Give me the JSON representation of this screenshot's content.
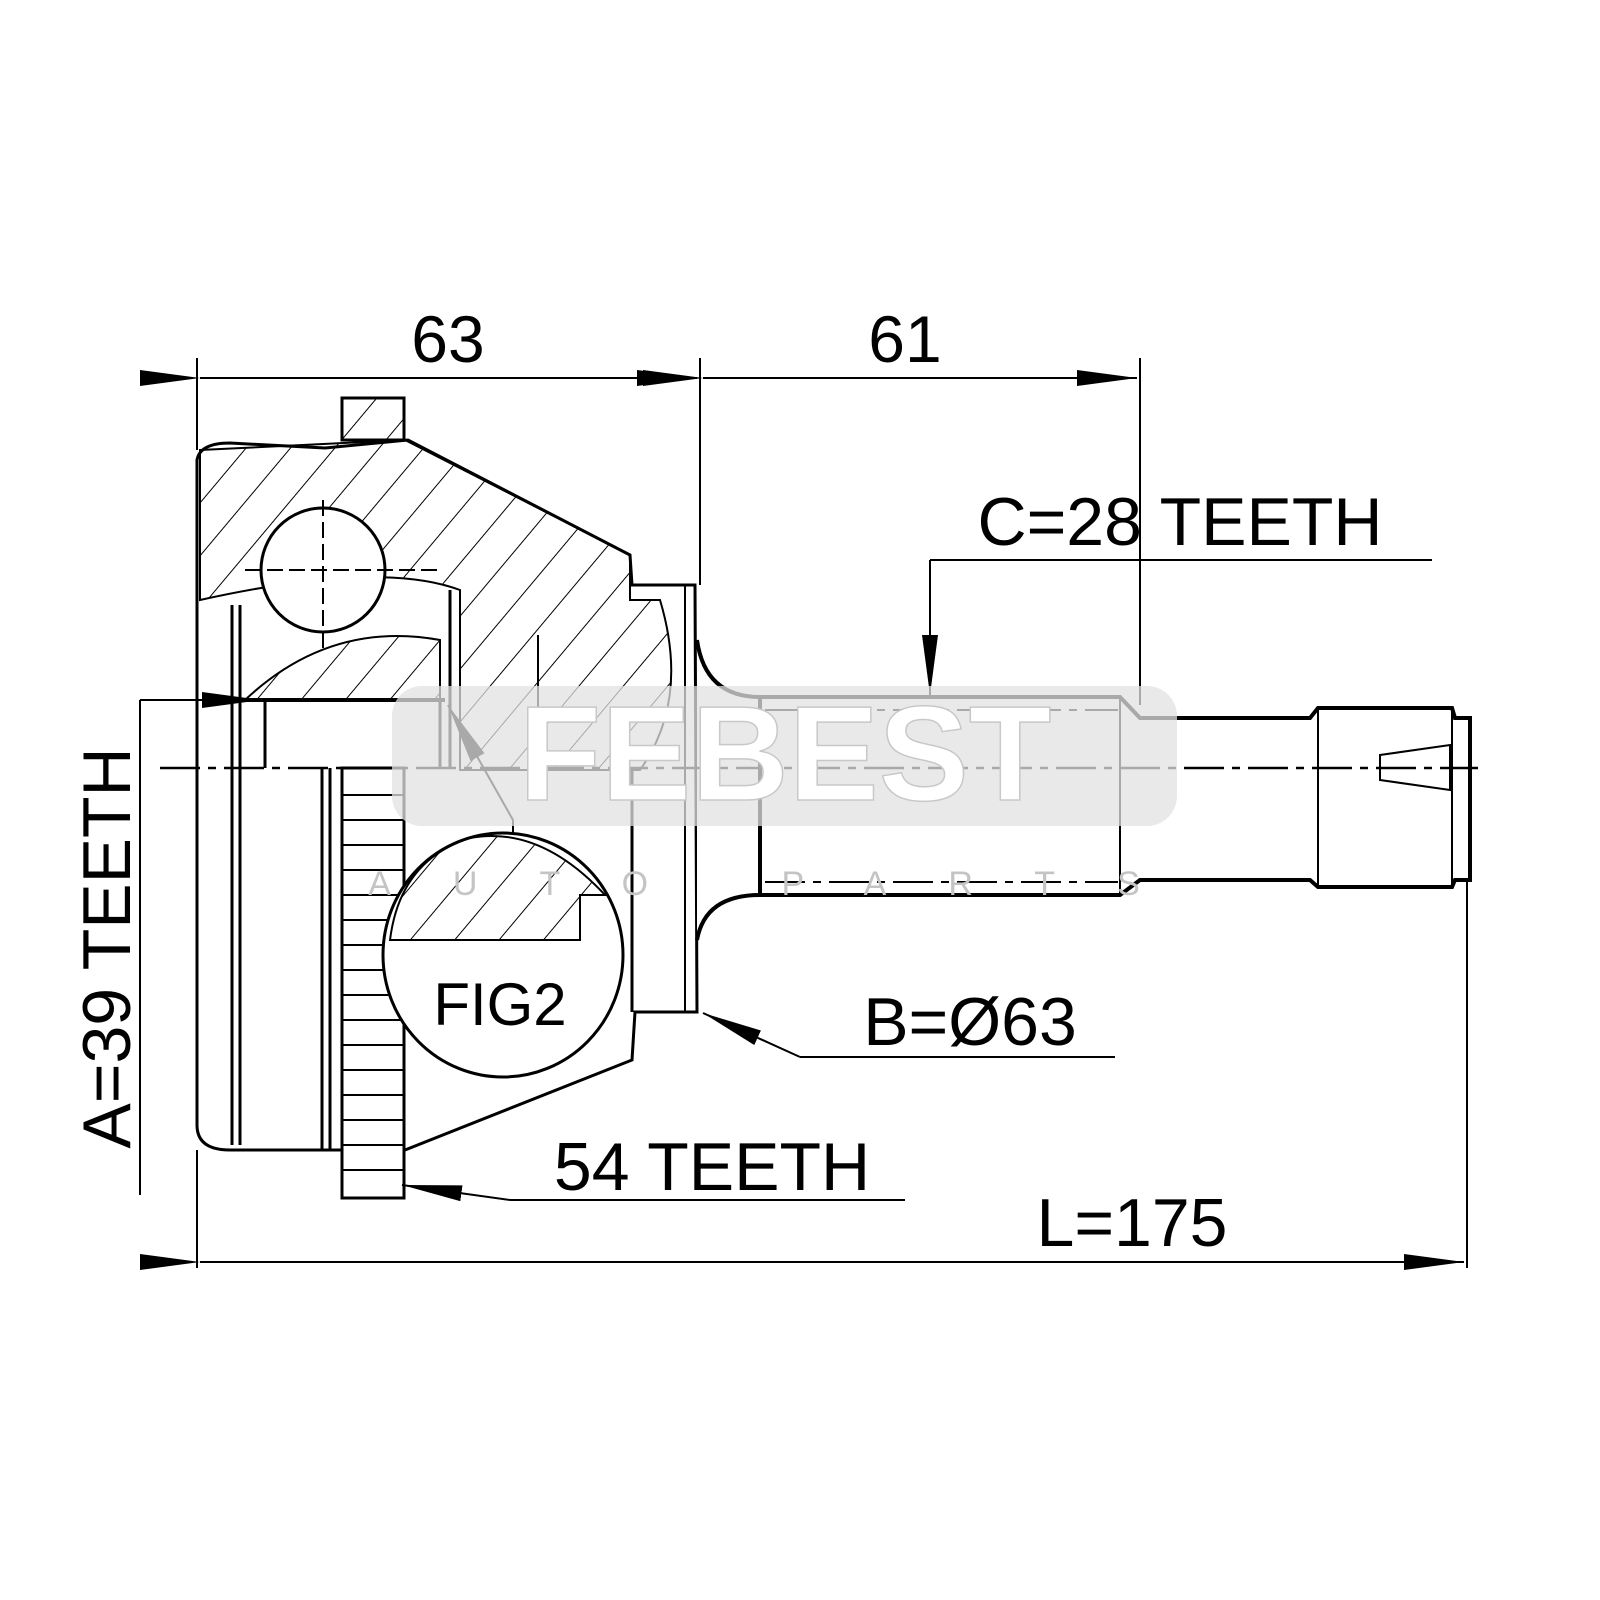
{
  "dimensions": {
    "housing_length": "63",
    "shaft_length": "61",
    "total_length": "L=175",
    "inner_spline": "A=39 TEETH",
    "outer_spline": "C=28 TEETH",
    "seal_diameter": "B=Ø63",
    "abs_ring": "54 TEETH",
    "detail_figure": "FIG2"
  },
  "watermark": {
    "brand": "FEBEST",
    "tagline": "AUTO PARTS"
  },
  "colors": {
    "line": "#000000",
    "watermark_band": "#e2e2e2"
  }
}
